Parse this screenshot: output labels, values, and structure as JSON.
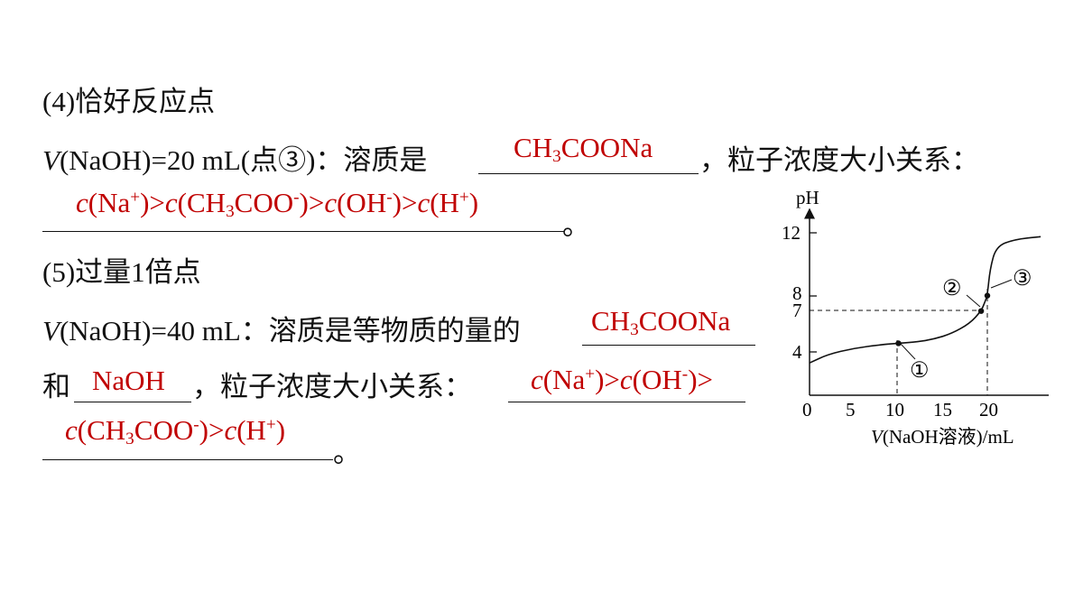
{
  "section4": {
    "heading": "(4)恰好反应点",
    "line1_prefix_V": "V",
    "line1_text": "(NaOH)=20 mL(点③)：溶质是",
    "answer_solute": {
      "a": "CH",
      "b": "3",
      "c": "COONa"
    },
    "line1_suffix": "，粒子浓度大小关系：",
    "answer_relation": {
      "c1": "c",
      "p1": "(Na",
      "s1": "+",
      "p2": ")>",
      "c2": "c",
      "p3": "(CH",
      "n3": "3",
      "p4": "COO",
      "s2": "-",
      "p5": ")>",
      "c3": "c",
      "p6": "(OH",
      "s3": "-",
      "p7": ")>",
      "c4": "c",
      "p8": "(H",
      "s4": "+",
      "p9": ")"
    },
    "end_mark": "。"
  },
  "section5": {
    "heading": "(5)过量1倍点",
    "line1_prefix_V": "V",
    "line1_text": "(NaOH)=40 mL：溶质是等物质的量的",
    "answer_solute1": {
      "a": "CH",
      "b": "3",
      "c": "COONa"
    },
    "line2_prefix": "和",
    "answer_solute2": "NaOH",
    "line2_suffix": "，粒子浓度大小关系：",
    "answer_relation_a": {
      "c1": "c",
      "p1": "(Na",
      "s1": "+",
      "p2": ")>",
      "c2": "c",
      "p3": "(OH",
      "s2": "-",
      "p4": ")>"
    },
    "answer_relation_b": {
      "c1": "c",
      "p1": "(CH",
      "n1": "3",
      "p2": "COO",
      "s1": "-",
      "p3": ")>",
      "c2": "c",
      "p4": "(H",
      "s2": "+",
      "p5": ")"
    },
    "end_mark": "。"
  },
  "graph": {
    "y_label": "pH",
    "y_ticks": [
      "4",
      "7",
      "8",
      "12"
    ],
    "x_ticks": [
      "0",
      "5",
      "10",
      "15",
      "20"
    ],
    "x_label_V": "V",
    "x_label_rest": "(NaOH溶液)/mL",
    "point_labels": [
      "①",
      "②",
      "③"
    ],
    "curve_points": [
      [
        0,
        3.3
      ],
      [
        2,
        3.9
      ],
      [
        5,
        4.35
      ],
      [
        8,
        4.6
      ],
      [
        10,
        4.7
      ],
      [
        12,
        4.8
      ],
      [
        14,
        5.0
      ],
      [
        16,
        5.4
      ],
      [
        18,
        6.1
      ],
      [
        19.3,
        7
      ],
      [
        19.7,
        7.6
      ],
      [
        20,
        8.1
      ],
      [
        20.3,
        10
      ],
      [
        21,
        11.6
      ],
      [
        23,
        12.1
      ],
      [
        26,
        12.3
      ]
    ],
    "marked_points": [
      [
        10,
        4.7
      ],
      [
        19.3,
        7
      ],
      [
        20,
        8.1
      ]
    ]
  }
}
